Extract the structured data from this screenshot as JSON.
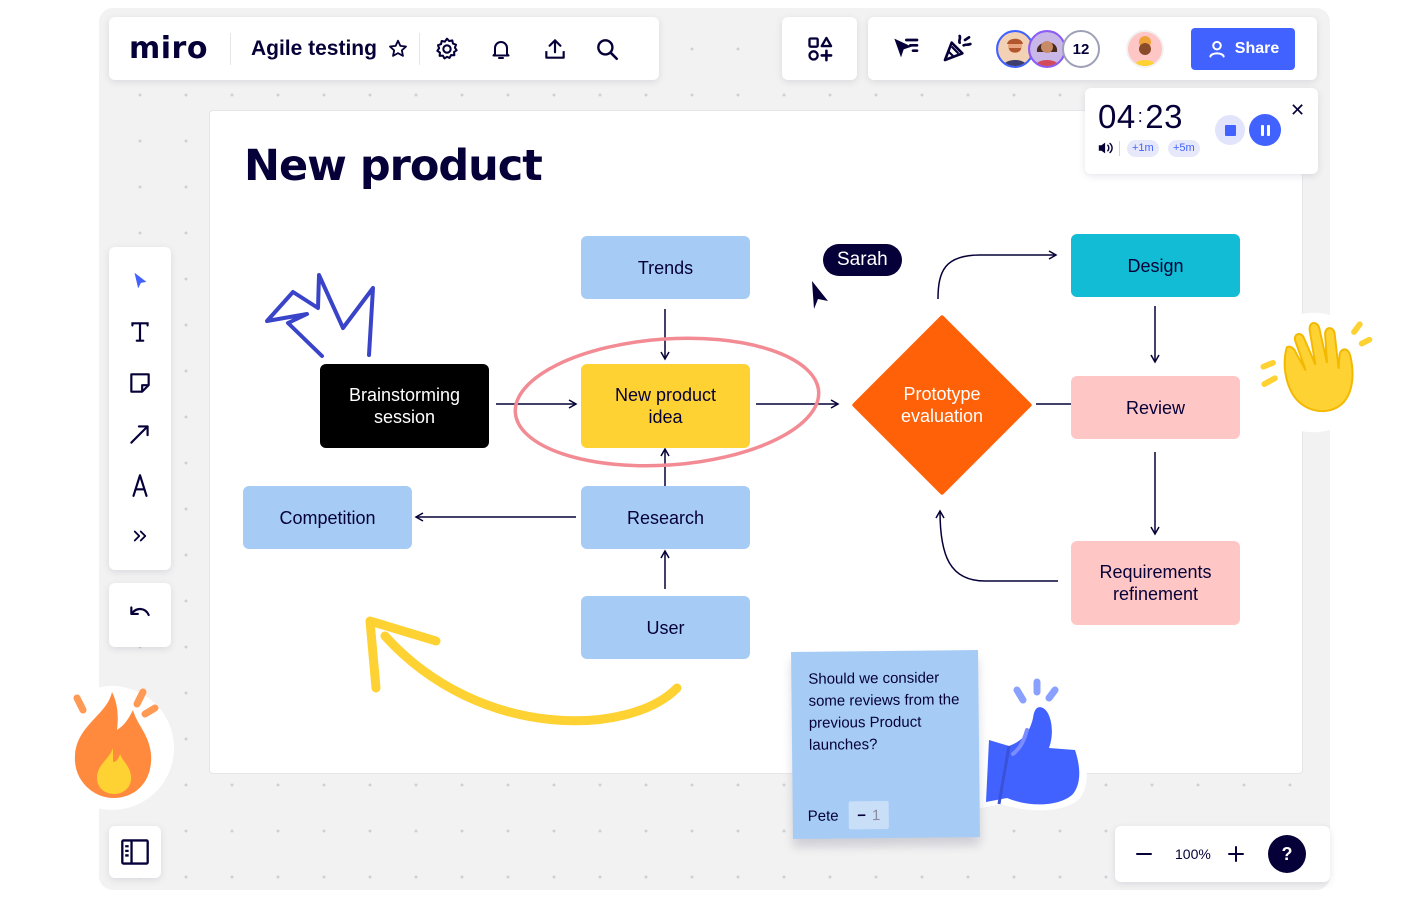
{
  "app": {
    "logo": "miro",
    "board_name": "Agile testing"
  },
  "collaborators": {
    "overflow_count": "12"
  },
  "share": {
    "label": "Share"
  },
  "timer": {
    "minutes": "04",
    "seconds": "23",
    "add_1m": "+1m",
    "add_5m": "+5m"
  },
  "zoom": {
    "level": "100%",
    "help": "?"
  },
  "frame": {
    "title": "New product",
    "nodes": {
      "trends": "Trends",
      "brainstorming": "Brainstorming\nsession",
      "idea": "New product\nidea",
      "prototype": "Prototype\nevaluation",
      "design": "Design",
      "review": "Review",
      "competition": "Competition",
      "research": "Research",
      "requirements": "Requirements\nrefinement",
      "user": "User"
    },
    "cursor_label": "Sarah"
  },
  "sticky": {
    "text": "Should we consider some reviews from the previous Product launches?",
    "author": "Pete",
    "vote_icon": "−",
    "votes": "1"
  },
  "colors": {
    "accent": "#4262ff",
    "ink": "#050038",
    "idea": "#fdd232",
    "prototype": "#ff6109",
    "design": "#12bcd4",
    "blue_card": "#a6ccf5",
    "pink_card": "#ffc6c6",
    "sticky": "#a6ccf5"
  }
}
